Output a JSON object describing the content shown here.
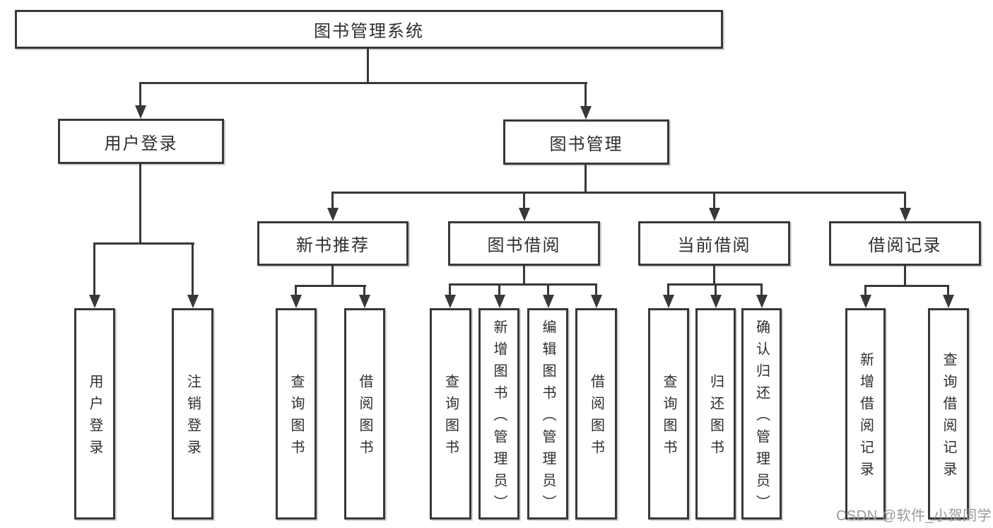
{
  "diagram_title": "图书管理系统",
  "nodes": {
    "root": {
      "label": "图书管理系统"
    },
    "user_login": {
      "label": "用户登录"
    },
    "book_mgmt": {
      "label": "图书管理"
    },
    "new_rec": {
      "label": "新书推荐"
    },
    "borrow": {
      "label": "图书借阅"
    },
    "current": {
      "label": "当前借阅"
    },
    "records": {
      "label": "借阅记录"
    },
    "ul_login": {
      "label": "用户登录"
    },
    "ul_logout": {
      "label": "注销登录"
    },
    "nr_query": {
      "label": "查询图书"
    },
    "nr_borrow": {
      "label": "借阅图书"
    },
    "bb_query": {
      "label": "查询图书"
    },
    "bb_add": {
      "label": "新增图书（管理员）"
    },
    "bb_edit": {
      "label": "编辑图书（管理员）"
    },
    "bb_borrow": {
      "label": "借阅图书"
    },
    "cb_query": {
      "label": "查询图书"
    },
    "cb_return": {
      "label": "归还图书"
    },
    "cb_confirm": {
      "label": "确认归还（管理员）"
    },
    "br_add": {
      "label": "新增借阅记录"
    },
    "br_query": {
      "label": "查询借阅记录"
    }
  },
  "watermark": {
    "text": "CSDN @软件_小贺同学"
  },
  "colors": {
    "line": "#383838",
    "text": "#2e2e2e",
    "watermark": "#9a9a9a",
    "background": "#ffffff"
  }
}
